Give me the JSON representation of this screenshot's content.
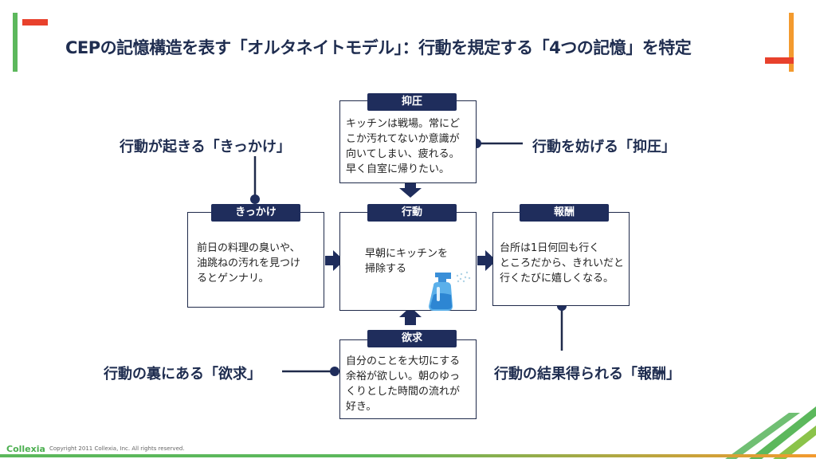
{
  "title": "CEPの記憶構造を表す「オルタネイトモデル」：行動を規定する「4つの記憶」を特定",
  "boxes": {
    "suppression": {
      "label": "抑圧",
      "text": "キッチンは戦場。常にど\nこか汚れてないか意識が\n向いてしまい、疲れる。\n早く自室に帰りたい。"
    },
    "trigger": {
      "label": "きっかけ",
      "text": "前日の料理の臭いや、\n油跳ねの汚れを見つけ\nるとゲンナリ。"
    },
    "action": {
      "label": "行動",
      "text": "早朝にキッチンを\n掃除する"
    },
    "reward": {
      "label": "報酬",
      "text": "台所は1日何回も行く\nところだから、きれいだと\n行くたびに嬉しくなる。"
    },
    "desire": {
      "label": "欲求",
      "text": "自分のことを大切にする\n余裕が欲しい。朝のゆっ\nくりとした時間の流れが\n好き。"
    }
  },
  "outer_labels": {
    "trigger": "行動が起きる「きっかけ」",
    "suppression": "行動を妨げる「抑圧」",
    "desire": "行動の裏にある「欲求」",
    "reward": "行動の結果得られる「報酬」"
  },
  "footer": {
    "logo": "Collexia",
    "copyright": "Copyright 2011 Collexia, Inc. All rights reserved."
  },
  "colors": {
    "navy": "#1f2d5c",
    "red": "#e8412c",
    "green": "#5cb85c",
    "orange": "#f39a2e"
  }
}
